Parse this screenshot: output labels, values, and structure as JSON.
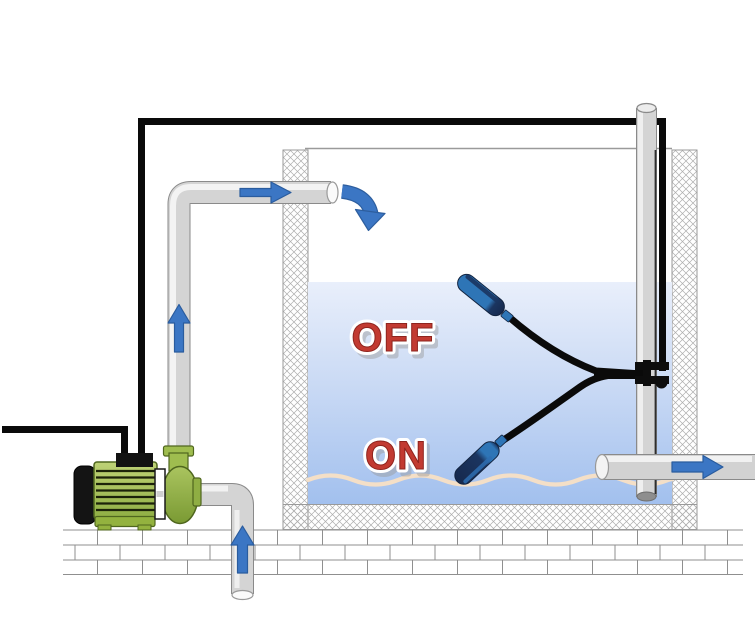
{
  "diagram": {
    "type": "water-pump-float-switch-installation",
    "labels": {
      "off": "OFF",
      "on": "ON"
    },
    "icons": [
      "water-pump-icon",
      "float-switch-off-icon",
      "float-switch-on-icon",
      "flow-right-arrow-icon",
      "flow-up-arrow-icon",
      "suction-up-arrow-icon",
      "outlet-right-arrow-icon",
      "outflow-curved-arrow-icon",
      "power-cable-icon",
      "cable-clamp-icon",
      "water-tank-icon",
      "brick-ground-icon"
    ],
    "colors": {
      "label_red": "#c23a31",
      "label_red_outline": "#8e241e",
      "arrow_blue": "#3b76c4",
      "arrow_blue_dark": "#2a5c9e",
      "float_navy": "#1b3560",
      "float_blue": "#2e75b6",
      "pump_green": "#9cbc52",
      "pump_green_dark": "#4f661e",
      "pipe_gray": "#d4d4d4",
      "water_top": "#e9effb",
      "water_bottom": "#a2c0ee",
      "wave_cream": "#f4dfc7",
      "cable_black": "#0a0a0a",
      "hatch_gray": "#adadad",
      "brick_line_gray": "#8f8f8f"
    }
  }
}
